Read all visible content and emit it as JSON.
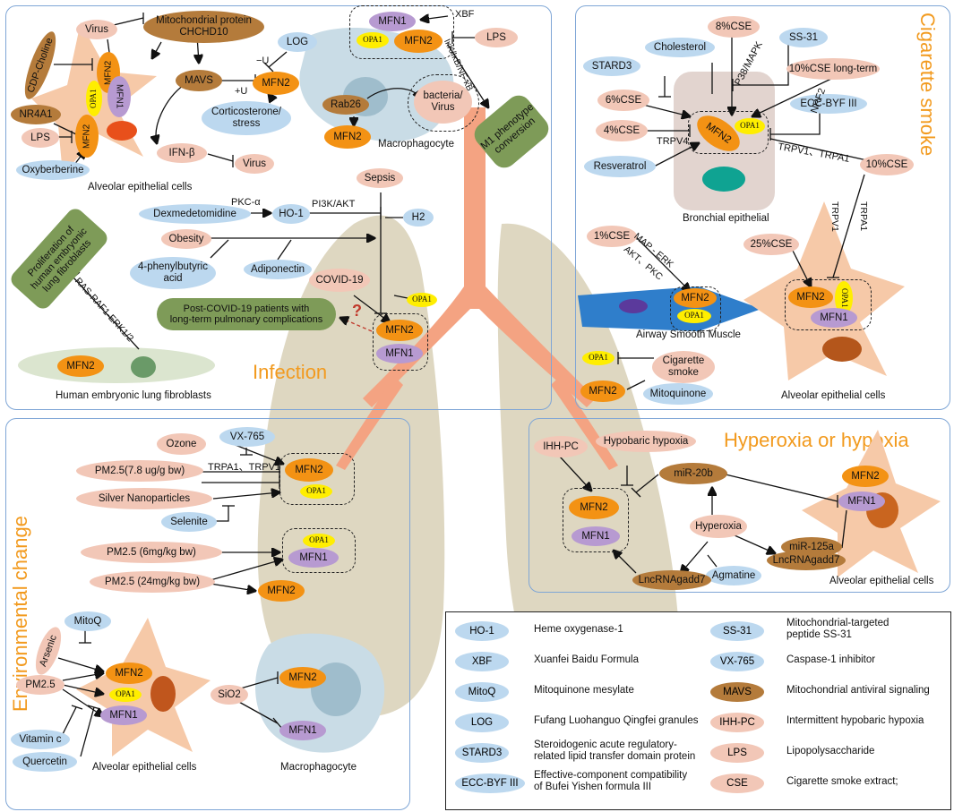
{
  "colors": {
    "blue": "#bcd8ef",
    "pink": "#f2c7b7",
    "brown": "#b47b3b",
    "orange": "#f39214",
    "purple": "#b79ad1",
    "yellow": "#ffee00",
    "green": "#7e9b58",
    "panel_border": "#7fa6d6",
    "title": "#f29a1e"
  },
  "panels": {
    "infection": "Infection",
    "cigarette": "Cigarette smoke",
    "environmental": "Environmental change",
    "hyperoxia": "Hyperoxia or hypoxia"
  },
  "infection": {
    "virus": "Virus",
    "mito_protein": "Mitochondrial protein\nCHCHD10",
    "cdp": "CDP-Choline",
    "mfn2_a": "MFN2",
    "mfn1_a": "MFN1",
    "opa1_a": "OPA1",
    "mavs": "MAVS",
    "log": "LOG",
    "minus_u": "−U",
    "plus_u": "+U",
    "mfn2_b": "MFN2",
    "cort": "Corticosterone/\nstress",
    "nr4a1": "NR4A1",
    "lps_a": "LPS",
    "mfn2_c": "MFN2",
    "ifnb": "IFN-β",
    "virus_b": "Virus",
    "oxyber": "Oxyberberine",
    "cap_alv": "Alveolar epithelial cells",
    "mfn1_mac": "MFN1",
    "opa1_mac": "OPA1",
    "mfn2_mac": "MFN2",
    "xbf": "XBF",
    "lps_mac": "LPS",
    "rab26": "Rab26",
    "mfn2_rab": "MFN2",
    "bacteria": "bacteria/\nVirus",
    "ikk": "IκK/IκB/NF-κB",
    "m1": "M1 phenotype\nconversion",
    "cap_mac": "Macrophagocyte",
    "sepsis": "Sepsis",
    "pkc": "PKC-α",
    "dex": "Dexmedetomidine",
    "ho1": "HO-1",
    "pi3k": "PI3K/AKT",
    "h2": "H2",
    "obesity": "Obesity",
    "pba": "4-phenylbutyric\nacid",
    "adipo": "Adiponectin",
    "covid": "COVID-19",
    "opa1_c": "OPA1",
    "post_covid": "Post-COVID-19 patients with\nlong-term pulmonary complications",
    "question": "?",
    "mfn2_cv": "MFN2",
    "mfn1_cv": "MFN1",
    "prolif": "Proliferation of\nhuman embryonic\nlung fibroblasts",
    "ras": "RAS-RAF1-ERK1/2",
    "mfn2_fib": "MFN2",
    "cap_fib": "Human embryonic lung fibroblasts"
  },
  "cigarette": {
    "cse8": "8%CSE",
    "stard3": "STARD3",
    "chol": "Cholesterol",
    "ss31": "SS-31",
    "p38": "P38/MAPK",
    "cse10lt": "10%CSE long-term",
    "cse6": "6%CSE",
    "cse4": "4%CSE",
    "trpv4": "TRPV4",
    "mfn2": "MFN2",
    "opa1": "OPA1",
    "eccbyf": "ECC-BYF III",
    "nrf2": "NRF2",
    "resv": "Resveratrol",
    "trpv1a1": "TRPV1、TRPA1",
    "cse10": "10%CSE",
    "cap_bron": "Bronchial epithelial",
    "cse1": "1%CSE",
    "mapk": "MAP - ERK",
    "akt": "AKT、PKC",
    "mfn2_asm": "MFN2",
    "opa1_asm": "OPA1",
    "cap_asm": "Airway Smooth Muscle",
    "cse25": "25%CSE",
    "trpv1": "TRPV1",
    "trpa1": "TRPA1",
    "mfn2_alv": "MFN2",
    "opa1_alv": "OPA1",
    "mfn1_alv": "MFN1",
    "opa1_cs": "OPA1",
    "cig": "Cigarette\nsmoke",
    "mfn2_cs": "MFN2",
    "mitoq": "Mitoquinone",
    "cap_alv": "Alveolar epithelial cells"
  },
  "environmental": {
    "ozone": "Ozone",
    "vx": "VX-765",
    "pm_78": "PM2.5(7.8 ug/g bw)",
    "trp": "TRPA1、TRPV1",
    "mfn2_a": "MFN2",
    "opa1_a": "OPA1",
    "silver": "Silver Nanoparticles",
    "selenite": "Selenite",
    "pm_6": "PM2.5 (6mg/kg bw)",
    "opa1_b": "OPA1",
    "mfn1_b": "MFN1",
    "pm_24": "PM2.5 (24mg/kg bw)",
    "mfn2_b": "MFN2",
    "mitoq": "MitoQ",
    "arsenic": "Arsenic",
    "mfn2_c": "MFN2",
    "pm25": "PM2.5",
    "opa1_c": "OPA1",
    "mfn1_c": "MFN1",
    "vitc": "Vitamin c",
    "querc": "Quercetin",
    "cap_alv": "Alveolar epithelial cells",
    "sio2": "SiO2",
    "mfn2_m": "MFN2",
    "mfn1_m": "MFN1",
    "cap_mac": "Macrophagocyte"
  },
  "hyperoxia": {
    "ihh": "IHH-PC",
    "hypobaric": "Hypobaric hypoxia",
    "mir20b": "miR-20b",
    "mfn2_a": "MFN2",
    "mfn1_a": "MFN1",
    "hyperoxia": "Hyperoxia",
    "mir125a": "miR-125a",
    "lnc_a": "LncRNAgadd7",
    "agm": "Agmatine",
    "lnc_b": "LncRNAgadd7",
    "mfn2_b": "MFN2",
    "mfn1_b": "MFN1",
    "cap_alv": "Alveolar epithelial cells"
  },
  "legend": [
    {
      "abbr": "HO-1",
      "text": "Heme oxygenase-1",
      "color": "blue"
    },
    {
      "abbr": "XBF",
      "text": "Xuanfei Baidu Formula",
      "color": "blue"
    },
    {
      "abbr": "MitoQ",
      "text": "Mitoquinone mesylate",
      "color": "blue"
    },
    {
      "abbr": "LOG",
      "text": "Fufang Luohanguo Qingfei granules",
      "color": "blue"
    },
    {
      "abbr": "STARD3",
      "text": "Steroidogenic acute regulatory-\nrelated lipid transfer domain protein",
      "color": "blue"
    },
    {
      "abbr": "ECC-BYF III",
      "text": "Effective-component compatibility\nof Bufei Yishen formula III",
      "color": "blue"
    },
    {
      "abbr": "SS-31",
      "text": "Mitochondrial-targeted\npeptide SS-31",
      "color": "blue"
    },
    {
      "abbr": "VX-765",
      "text": "Caspase-1 inhibitor",
      "color": "blue"
    },
    {
      "abbr": "MAVS",
      "text": "Mitochondrial antiviral signaling",
      "color": "brown"
    },
    {
      "abbr": "IHH-PC",
      "text": "Intermittent hypobaric hypoxia",
      "color": "pink"
    },
    {
      "abbr": "LPS",
      "text": "Lipopolysaccharide",
      "color": "pink"
    },
    {
      "abbr": "CSE",
      "text": "Cigarette smoke extract;",
      "color": "pink"
    }
  ]
}
